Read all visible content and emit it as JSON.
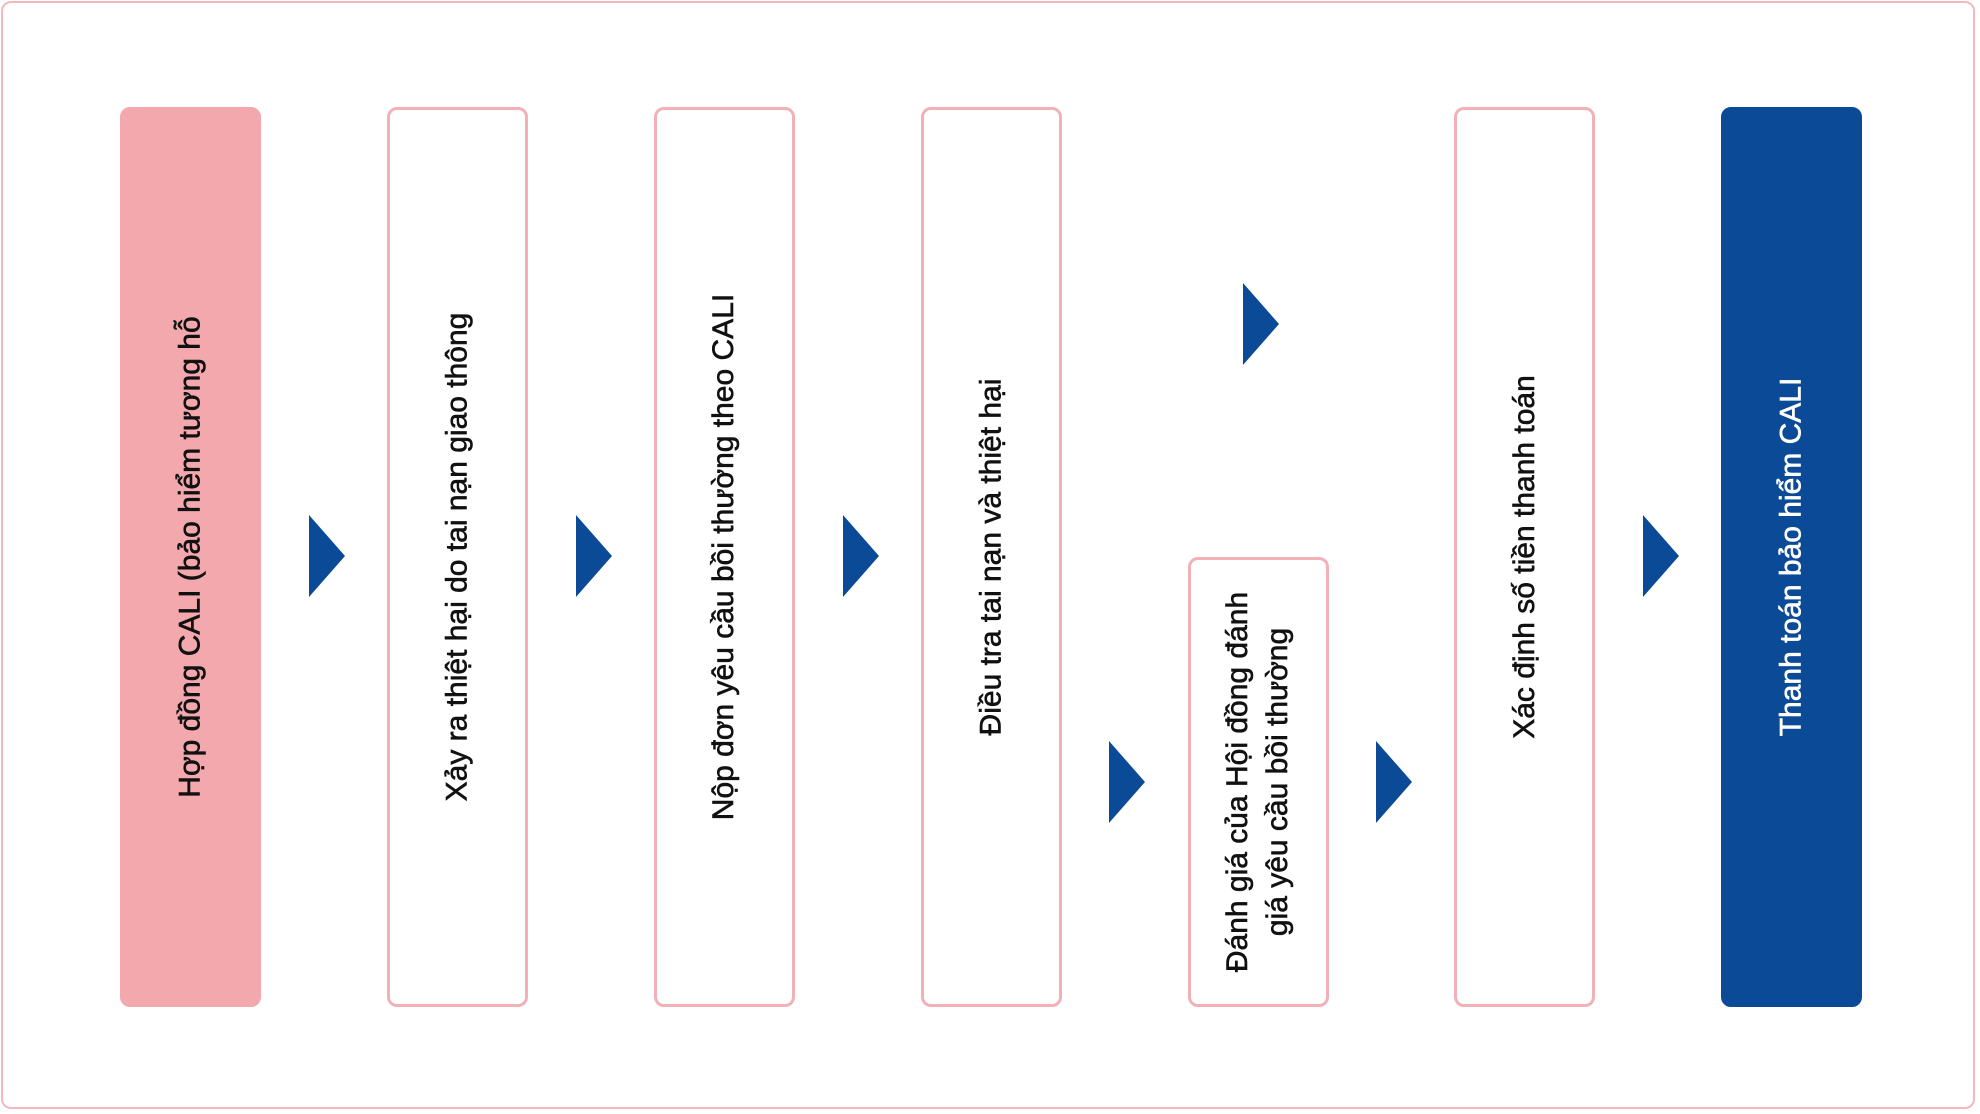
{
  "steps": [
    {
      "label": "Hợp đồng CALI (bảo hiểm tương hỗ"
    },
    {
      "label": "Xảy ra thiệt hại do tai nạn giao thông"
    },
    {
      "label": "Nộp đơn yêu cầu bồi thường theo CALI"
    },
    {
      "label": "Điều tra tai nạn và thiệt hại"
    },
    {
      "label_line1": "Đánh giá của Hội đồng đánh",
      "label_line2": "giá yêu cầu bồi thường"
    },
    {
      "label": "Xác định số tiền thanh toán"
    },
    {
      "label": "Thanh toán bảo hiểm CALI"
    }
  ],
  "colors": {
    "border": "#f2b8bf",
    "start_fill": "#f3a8ae",
    "end_fill": "#0b4a96",
    "arrow": "#0b4a96"
  },
  "icons": {
    "arrow": "triangle-right-arrow-icon"
  }
}
